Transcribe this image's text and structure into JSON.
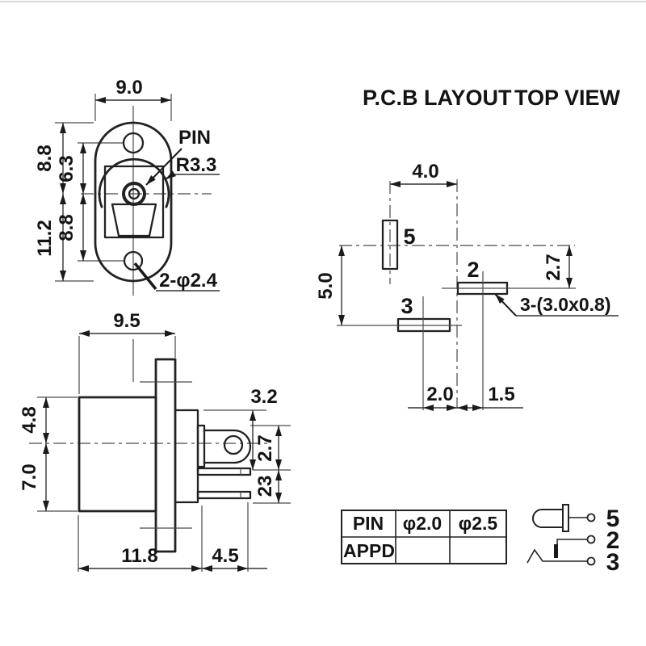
{
  "title": {
    "left": "P.C.B LAYOUT",
    "right": "TOP VIEW"
  },
  "front_view": {
    "dim_width": "9.0",
    "dim_left_outer_upper": "8.8",
    "dim_left_outer_lower": "11.2",
    "dim_left_inner_upper": "6.3",
    "dim_left_inner_lower": "8.8",
    "label_pin": "PIN",
    "label_radius": "R3.3",
    "label_holes": "2-φ2.4"
  },
  "side_view": {
    "dim_top_width": "9.5",
    "dim_left_upper": "4.8",
    "dim_left_lower": "7.0",
    "dim_right_top": "3.2",
    "dim_right_mid": "2.7",
    "dim_right_low": "23",
    "dim_bottom_left": "11.8",
    "dim_bottom_right": "4.5"
  },
  "pcb_view": {
    "dim_top": "4.0",
    "dim_left": "5.0",
    "dim_right": "2.7",
    "pad_note": "3-(3.0x0.8)",
    "dim_bottom_left": "2.0",
    "dim_bottom_right": "1.5",
    "pad5": "5",
    "pad2": "2",
    "pad3": "3"
  },
  "table": {
    "r1c1": "PIN",
    "r1c2": "φ2.0",
    "r1c3": "φ2.5",
    "r2c1": "APPD",
    "r2c2": "",
    "r2c3": ""
  },
  "schematic": {
    "t5": "5",
    "t2": "2",
    "t3": "3"
  }
}
